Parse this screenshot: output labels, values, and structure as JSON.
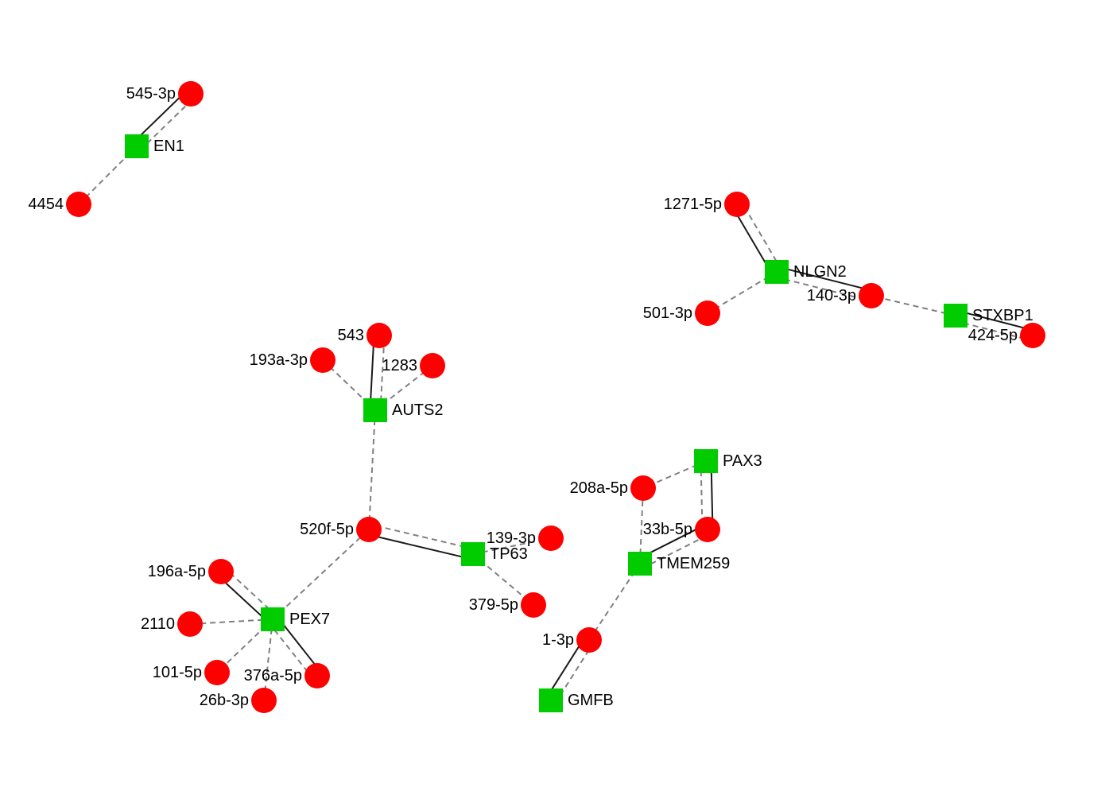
{
  "colors": {
    "mirna_node": "#ff0000",
    "gene_node": "#00cc00",
    "solid_edge": "#1a1a1a",
    "dashed_edge": "#808080"
  },
  "genes": [
    {
      "id": "EN1",
      "label": "EN1"
    },
    {
      "id": "NLGN2",
      "label": "NLGN2"
    },
    {
      "id": "STXBP1",
      "label": "STXBP1"
    },
    {
      "id": "AUTS2",
      "label": "AUTS2"
    },
    {
      "id": "PAX3",
      "label": "PAX3"
    },
    {
      "id": "TMEM259",
      "label": "TMEM259"
    },
    {
      "id": "TP63",
      "label": "TP63"
    },
    {
      "id": "PEX7",
      "label": "PEX7"
    },
    {
      "id": "GMFB",
      "label": "GMFB"
    }
  ],
  "mirnas": [
    {
      "id": "545-3p",
      "label": "545-3p"
    },
    {
      "id": "4454",
      "label": "4454"
    },
    {
      "id": "1271-5p",
      "label": "1271-5p"
    },
    {
      "id": "501-3p",
      "label": "501-3p"
    },
    {
      "id": "140-3p",
      "label": "140-3p"
    },
    {
      "id": "424-5p",
      "label": "424-5p"
    },
    {
      "id": "543",
      "label": "543"
    },
    {
      "id": "193a-3p",
      "label": "193a-3p"
    },
    {
      "id": "1283",
      "label": "1283"
    },
    {
      "id": "208a-5p",
      "label": "208a-5p"
    },
    {
      "id": "33b-5p",
      "label": "33b-5p"
    },
    {
      "id": "520f-5p",
      "label": "520f-5p"
    },
    {
      "id": "139-3p",
      "label": "139-3p"
    },
    {
      "id": "379-5p",
      "label": "379-5p"
    },
    {
      "id": "196a-5p",
      "label": "196a-5p"
    },
    {
      "id": "2110",
      "label": "2110"
    },
    {
      "id": "101-5p",
      "label": "101-5p"
    },
    {
      "id": "376a-5p",
      "label": "376a-5p"
    },
    {
      "id": "26b-3p",
      "label": "26b-3p"
    },
    {
      "id": "1-3p",
      "label": "1-3p"
    }
  ],
  "edges": [
    {
      "from": "EN1",
      "to": "545-3p",
      "style": "solid"
    },
    {
      "from": "EN1",
      "to": "545-3p",
      "style": "dashed"
    },
    {
      "from": "EN1",
      "to": "4454",
      "style": "dashed"
    },
    {
      "from": "NLGN2",
      "to": "1271-5p",
      "style": "solid"
    },
    {
      "from": "NLGN2",
      "to": "1271-5p",
      "style": "dashed"
    },
    {
      "from": "NLGN2",
      "to": "501-3p",
      "style": "dashed"
    },
    {
      "from": "NLGN2",
      "to": "140-3p",
      "style": "solid"
    },
    {
      "from": "NLGN2",
      "to": "140-3p",
      "style": "dashed"
    },
    {
      "from": "STXBP1",
      "to": "140-3p",
      "style": "dashed"
    },
    {
      "from": "STXBP1",
      "to": "424-5p",
      "style": "solid"
    },
    {
      "from": "STXBP1",
      "to": "424-5p",
      "style": "dashed"
    },
    {
      "from": "AUTS2",
      "to": "543",
      "style": "solid"
    },
    {
      "from": "AUTS2",
      "to": "543",
      "style": "dashed"
    },
    {
      "from": "AUTS2",
      "to": "193a-3p",
      "style": "dashed"
    },
    {
      "from": "AUTS2",
      "to": "1283",
      "style": "dashed"
    },
    {
      "from": "AUTS2",
      "to": "520f-5p",
      "style": "dashed"
    },
    {
      "from": "PAX3",
      "to": "208a-5p",
      "style": "dashed"
    },
    {
      "from": "PAX3",
      "to": "33b-5p",
      "style": "solid"
    },
    {
      "from": "PAX3",
      "to": "33b-5p",
      "style": "dashed"
    },
    {
      "from": "TMEM259",
      "to": "208a-5p",
      "style": "dashed"
    },
    {
      "from": "TMEM259",
      "to": "33b-5p",
      "style": "solid"
    },
    {
      "from": "TMEM259",
      "to": "33b-5p",
      "style": "dashed"
    },
    {
      "from": "TMEM259",
      "to": "1-3p",
      "style": "dashed"
    },
    {
      "from": "TP63",
      "to": "520f-5p",
      "style": "solid"
    },
    {
      "from": "TP63",
      "to": "520f-5p",
      "style": "dashed"
    },
    {
      "from": "TP63",
      "to": "139-3p",
      "style": "dashed"
    },
    {
      "from": "TP63",
      "to": "379-5p",
      "style": "dashed"
    },
    {
      "from": "PEX7",
      "to": "520f-5p",
      "style": "dashed"
    },
    {
      "from": "PEX7",
      "to": "196a-5p",
      "style": "solid"
    },
    {
      "from": "PEX7",
      "to": "196a-5p",
      "style": "dashed"
    },
    {
      "from": "PEX7",
      "to": "2110",
      "style": "dashed"
    },
    {
      "from": "PEX7",
      "to": "101-5p",
      "style": "dashed"
    },
    {
      "from": "PEX7",
      "to": "376a-5p",
      "style": "solid"
    },
    {
      "from": "PEX7",
      "to": "376a-5p",
      "style": "dashed"
    },
    {
      "from": "PEX7",
      "to": "26b-3p",
      "style": "dashed"
    },
    {
      "from": "GMFB",
      "to": "1-3p",
      "style": "solid"
    },
    {
      "from": "GMFB",
      "to": "1-3p",
      "style": "dashed"
    }
  ]
}
